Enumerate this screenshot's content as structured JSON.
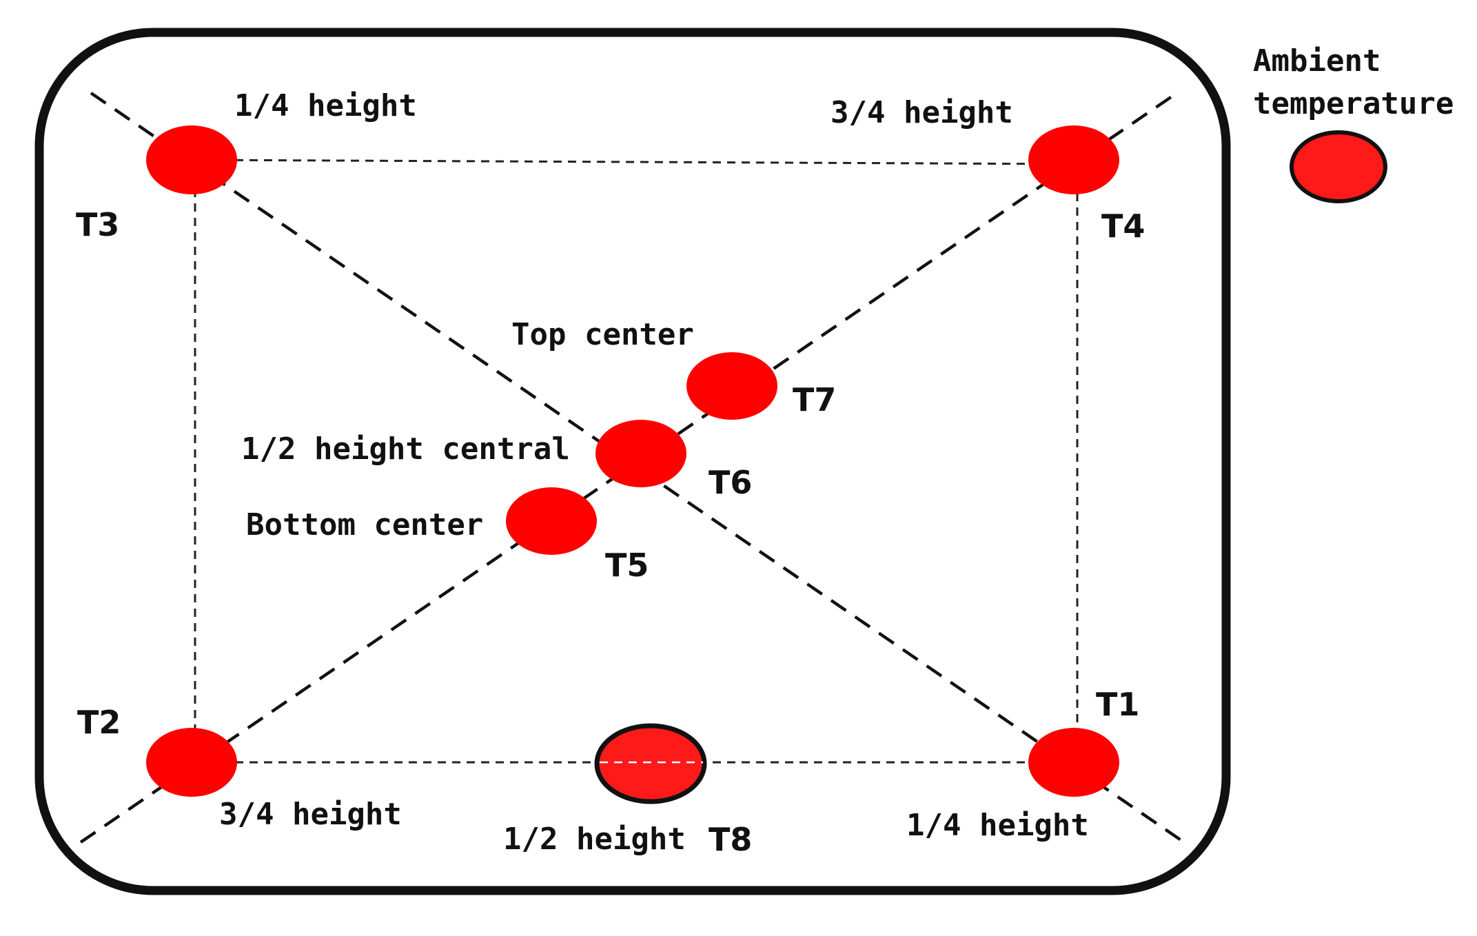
{
  "colors": {
    "sensor_fill": "#ff0000",
    "sensor_fill_outlined": "#ff1a1a",
    "line": "#111111",
    "background": "#ffffff"
  },
  "labels": {
    "ambient_line1": "Ambient",
    "ambient_line2": "temperature",
    "t1_position": "1/4 height",
    "t2_position": "3/4 height",
    "t3_position": "1/4 height",
    "t4_position": "3/4 height",
    "t5_position": "Bottom center",
    "t6_position": "1/2 height central",
    "t7_position": "Top center",
    "t8_position": "1/2 height"
  },
  "sensors": {
    "t1": "T1",
    "t2": "T2",
    "t3": "T3",
    "t4": "T4",
    "t5": "T5",
    "t6": "T6",
    "t7": "T7",
    "t8": "T8"
  }
}
